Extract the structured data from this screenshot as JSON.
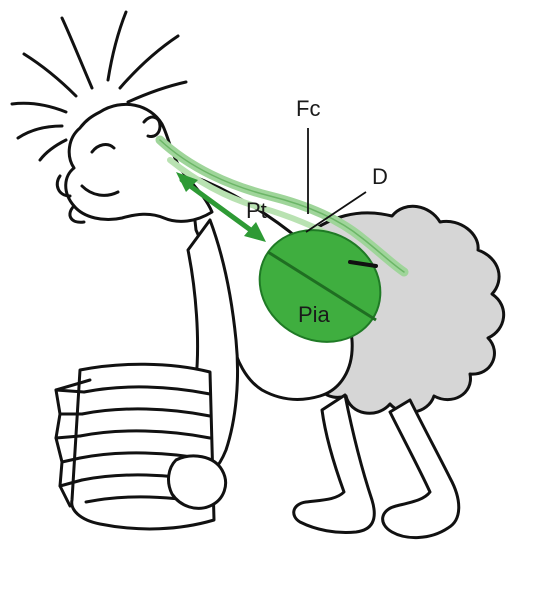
{
  "labels": {
    "fc": "Fc",
    "d": "D",
    "pt": "Pt",
    "pia": "Pia"
  },
  "colors": {
    "gland": "#3fae3f",
    "duct": "#9fd59a",
    "arrow": "#2e9a35",
    "fur": "#d6d6d6",
    "ink": "#111111"
  }
}
